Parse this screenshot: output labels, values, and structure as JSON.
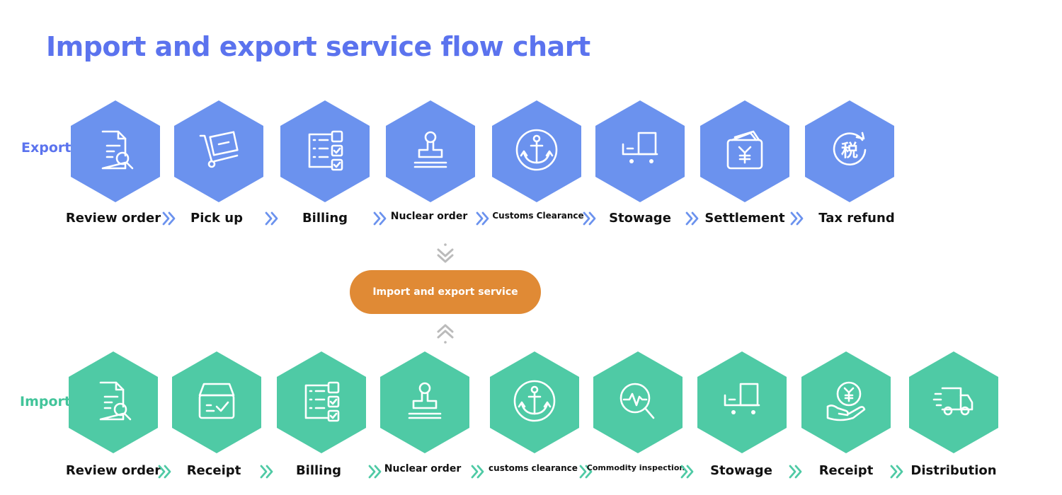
{
  "title": "Import and export service flow chart",
  "colors": {
    "title": "#5b73ee",
    "export": "#6b92ee",
    "export_label": "#5b73ee",
    "import": "#4fcaa5",
    "import_label": "#42c49a",
    "center": "#e08a35",
    "connector": "#bbbbbb"
  },
  "center": {
    "label": "Import and export service"
  },
  "export": {
    "label": "Export",
    "steps": [
      {
        "label": "Review order",
        "icon": "document-search-icon"
      },
      {
        "label": "Pick up",
        "icon": "hand-truck-icon"
      },
      {
        "label": "Billing",
        "icon": "checklist-icon"
      },
      {
        "label": "Nuclear order",
        "icon": "stamp-icon"
      },
      {
        "label": "Customs Clearance",
        "icon": "anchor-icon"
      },
      {
        "label": "Stowage",
        "icon": "cart-box-icon"
      },
      {
        "label": "Settlement",
        "icon": "wallet-yen-icon"
      },
      {
        "label": "Tax refund",
        "icon": "tax-refund-icon"
      }
    ]
  },
  "import": {
    "label": "Import",
    "steps": [
      {
        "label": "Review order",
        "icon": "document-search-icon"
      },
      {
        "label": "Receipt",
        "icon": "box-check-icon"
      },
      {
        "label": "Billing",
        "icon": "checklist-icon"
      },
      {
        "label": "Nuclear order",
        "icon": "stamp-icon"
      },
      {
        "label": "customs clearance",
        "icon": "anchor-icon"
      },
      {
        "label": "Commodity inspection",
        "icon": "inspection-icon"
      },
      {
        "label": "Stowage",
        "icon": "cart-box-icon"
      },
      {
        "label": "Receipt",
        "icon": "hand-yen-icon"
      },
      {
        "label": "Distribution",
        "icon": "delivery-truck-icon"
      }
    ]
  }
}
